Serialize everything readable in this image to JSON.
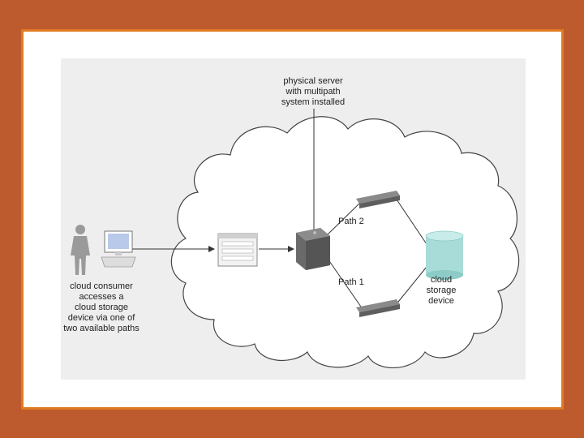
{
  "diagram": {
    "server_caption": [
      "physical server",
      "with multipath",
      "system installed"
    ],
    "consumer_caption": [
      "cloud consumer",
      "accesses a",
      "cloud storage",
      "device via one of",
      "two available paths"
    ],
    "path2": "Path 2",
    "path1": "Path 1",
    "storage_caption": [
      "cloud",
      "storage",
      "device"
    ]
  },
  "colors": {
    "background": "#bd5a2e",
    "frame_border": "#e07a22",
    "panel": "#eeeeee",
    "storage": "#a8dcd8"
  }
}
